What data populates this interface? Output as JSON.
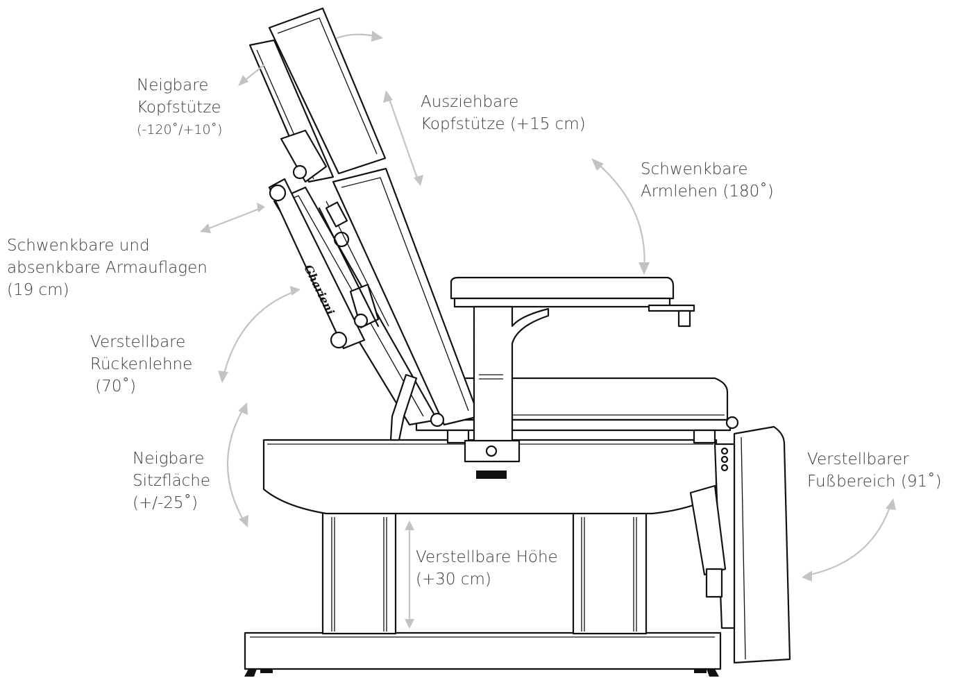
{
  "labels": {
    "headrest_tilt": [
      "Neigbare",
      "Kopfstütze",
      "(-120˚/+10˚)"
    ],
    "headrest_extend": [
      "Ausziehbare",
      "Kopfstütze  (+15 cm)"
    ],
    "armrest_swivel": [
      "Schwenkbare",
      "Armlehen  (180˚)"
    ],
    "armpads": [
      "Schwenkbare und",
      "absenkbare Armauflagen",
      "(19 cm)"
    ],
    "backrest": [
      "Verstellbare",
      "Rückenlehne",
      " (70˚)"
    ],
    "seat": [
      "Neigbare",
      "Sitzfläche",
      "(+/-25˚)"
    ],
    "footrest": [
      "Verstellbarer",
      "Fußbereich  (91˚)"
    ],
    "height": [
      "Verstellbare Höhe",
      "(+30 cm)"
    ]
  },
  "brand_text": "Gharieni",
  "colors": {
    "label_text": "#3b3b3b",
    "arrow": "#c3c3c3",
    "line_art": "#111111"
  }
}
